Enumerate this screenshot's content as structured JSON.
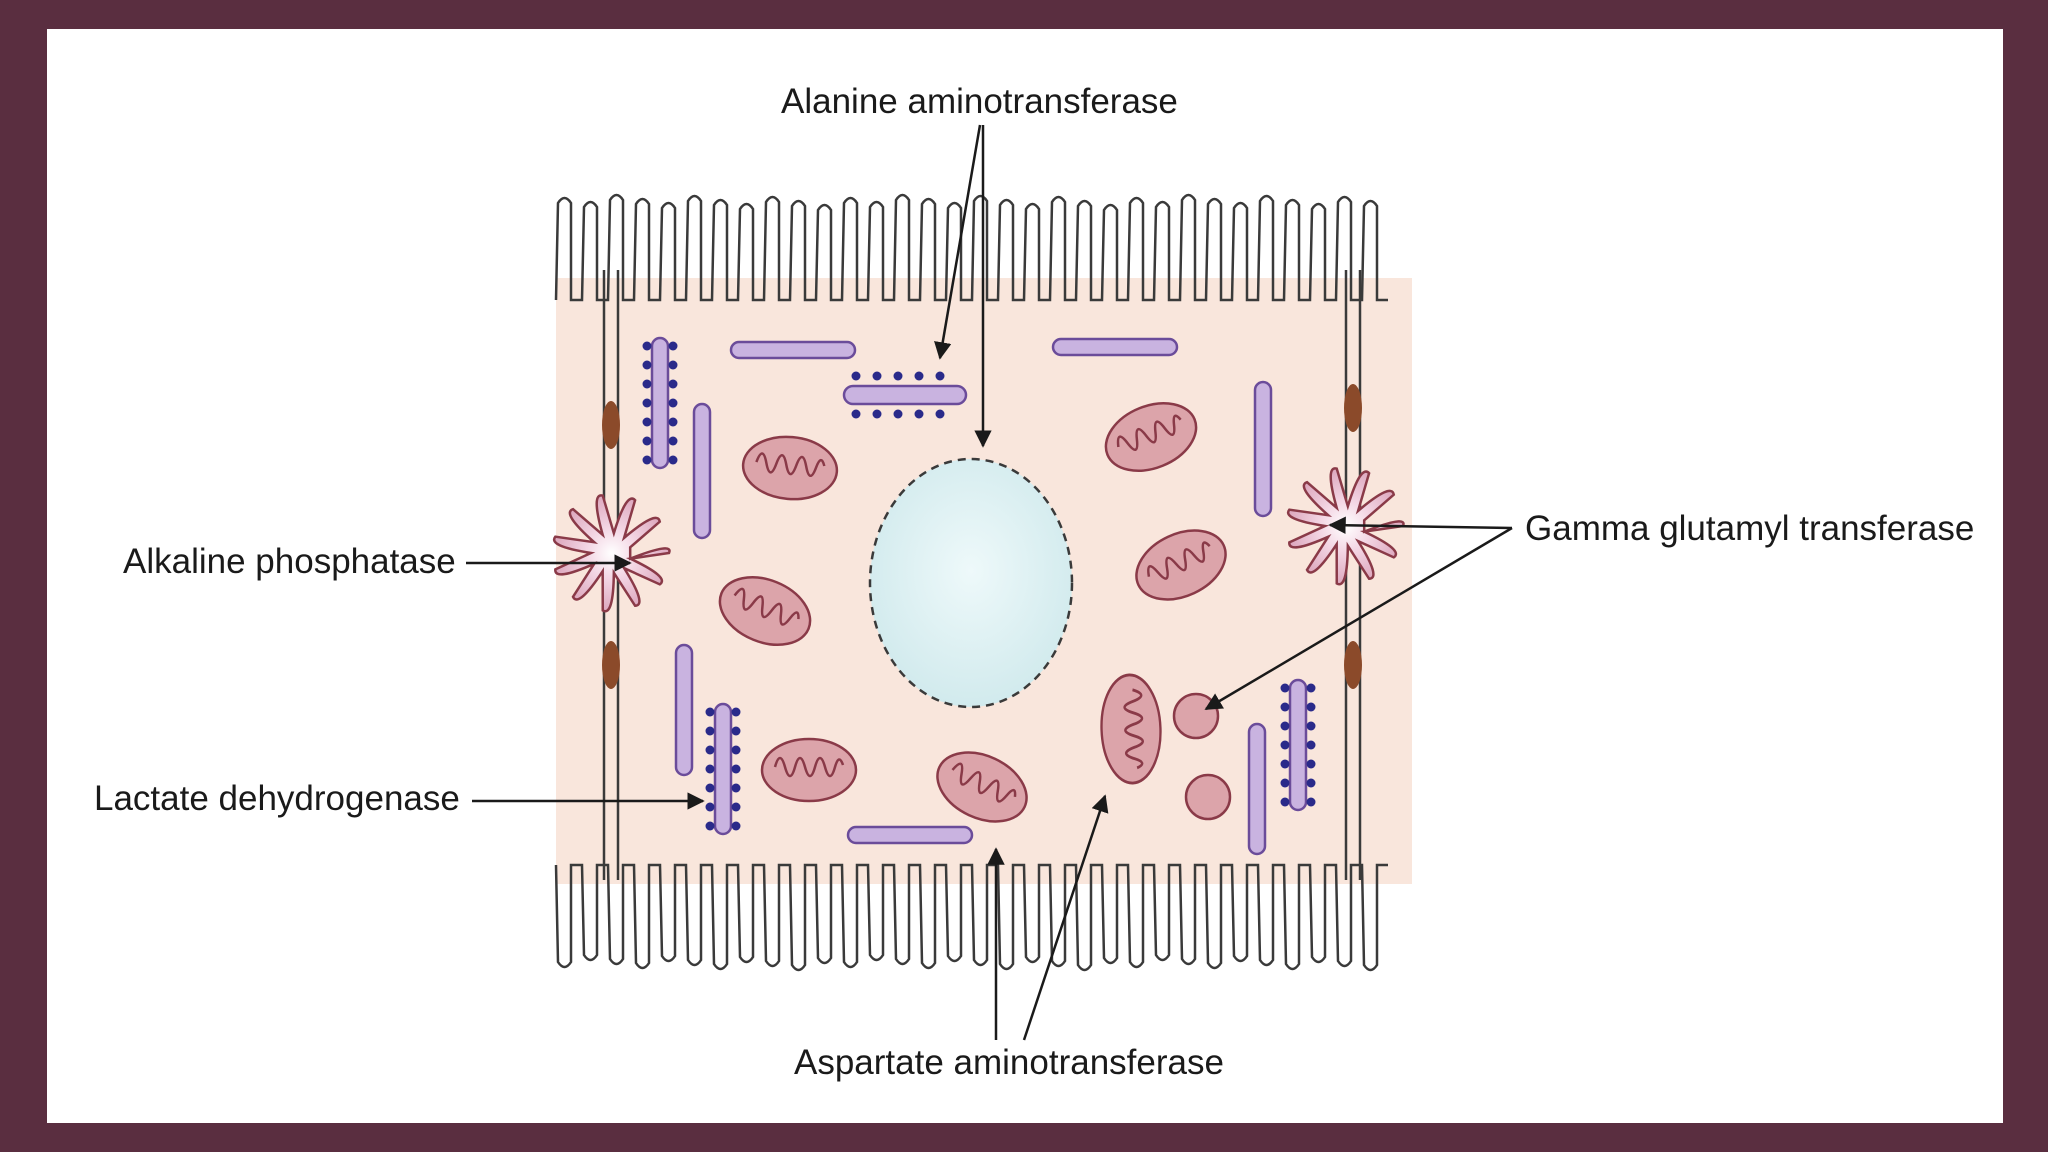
{
  "labels": {
    "alanine": "Alanine aminotransferase",
    "alkaline": "Alkaline phosphatase",
    "gamma": "Gamma glutamyl transferase",
    "lactate": "Lactate dehydrogenase",
    "aspartate": "Aspartate aminotransferase"
  },
  "colors": {
    "frame": "#5a2e40",
    "panel": "#ffffff",
    "cytoplasm": "#f9e6dc",
    "nucleus": "#dcf0f2",
    "mitochondria": "#d9a0a6",
    "mitochondria_stroke": "#8a3a48",
    "er_fill": "#c9b3e0",
    "er_stroke": "#6b4c9a",
    "ribosome": "#2a2a8a",
    "junction": "#8b4a2a",
    "arrow": "#1a1a1a"
  },
  "icons": [
    "cell-membrane-icon",
    "nucleus-icon",
    "mitochondrion-icon",
    "rough-er-icon",
    "smooth-er-icon",
    "bile-canaliculus-icon",
    "vesicle-icon",
    "tight-junction-icon"
  ]
}
